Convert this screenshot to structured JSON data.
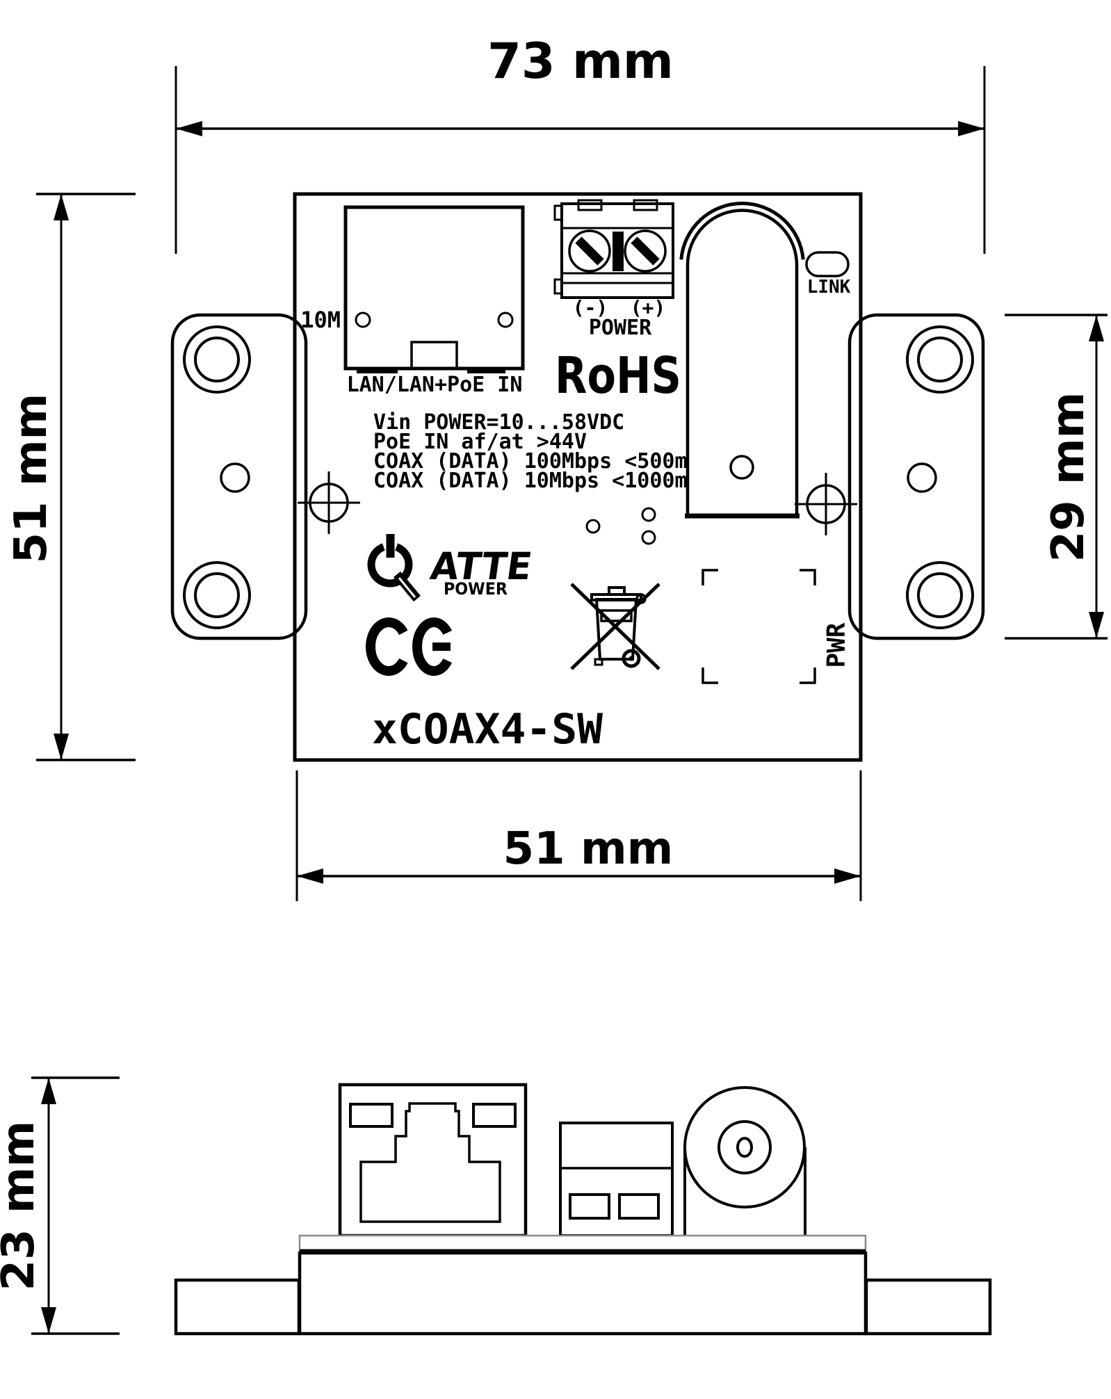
{
  "drawing": {
    "colors": {
      "line": "#000000",
      "background": "#ffffff",
      "rail_shade": "#8a8a8a"
    },
    "dimensions": {
      "top_width": "73 mm",
      "body_height": "51 mm",
      "ear_height": "29 mm",
      "body_width": "51 mm",
      "side_height": "23 mm"
    },
    "top_view": {
      "rj45_speed": "10M",
      "rj45_label": "LAN/LAN+PoE IN",
      "power_neg": "(-)",
      "power_pos": "(+)",
      "power_label": "POWER",
      "link_label": "LINK",
      "pwr_label": "PWR",
      "rohs": "RoHS",
      "specs": [
        "Vin POWER=10...58VDC",
        "PoE IN af/at >44V",
        "COAX (DATA) 100Mbps <500m",
        "COAX (DATA) 10Mbps <1000m"
      ],
      "brand": "ATTE",
      "brand_sub": "POWER",
      "model": "xCOAX4-SW"
    },
    "icons": [
      "power-icon",
      "ce-mark-icon",
      "weee-crossed-bin-icon",
      "crosshair-icon",
      "link-led-pill",
      "label-corner-brackets"
    ]
  }
}
